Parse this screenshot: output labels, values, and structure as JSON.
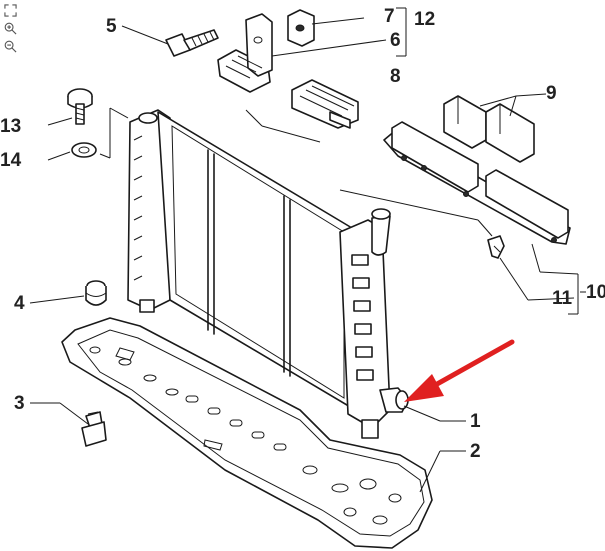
{
  "toolbar": {
    "fit_icon": "fit-page-icon",
    "zoom_in_icon": "zoom-in-icon",
    "zoom_out_icon": "zoom-out-icon"
  },
  "callouts": {
    "c1": "1",
    "c2": "2",
    "c3": "3",
    "c4": "4",
    "c5": "5",
    "c6": "6",
    "c7": "7",
    "c8": "8",
    "c9": "9",
    "c10": "10",
    "c11": "11",
    "c12": "12",
    "c13": "13",
    "c14": "14"
  },
  "colors": {
    "arrow": "#e02020",
    "line": "#1a1a1a"
  }
}
